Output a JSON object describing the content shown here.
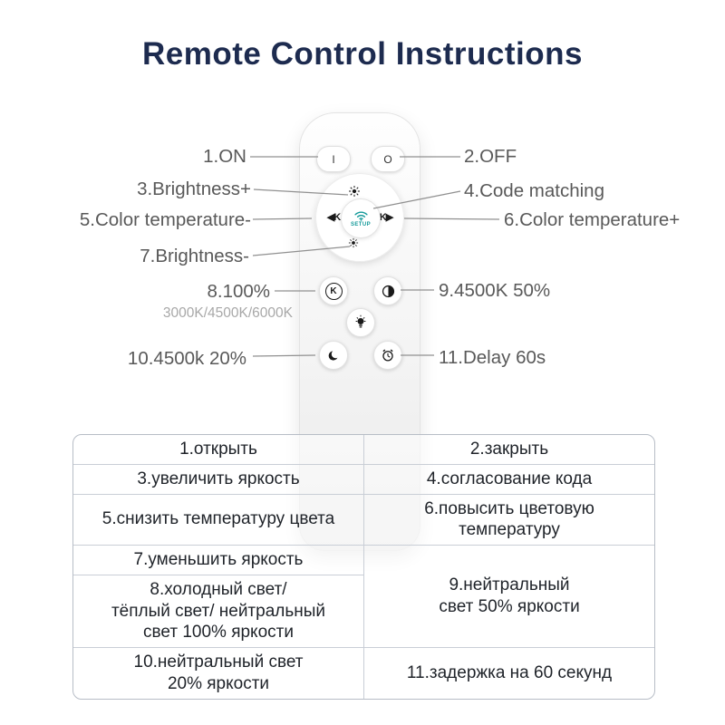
{
  "title": "Remote Control Instructions",
  "colors": {
    "title": "#1d2b4f",
    "label": "#595959",
    "setup_accent": "#149a9a"
  },
  "callouts": {
    "on": "1.ON",
    "off": "2.OFF",
    "brightness_plus": "3.Brightness+",
    "code_matching": "4.Code matching",
    "color_temp_minus": "5.Color temperature-",
    "color_temp_plus": "6.Color temperature+",
    "brightness_minus": "7.Brightness-",
    "preset_100": "8.100%",
    "preset_100_sub": "3000K/4500K/6000K",
    "preset_50": "9.4500K 50%",
    "preset_20": "10.4500k 20%",
    "delay": "11.Delay 60s"
  },
  "remote": {
    "power_on_label": "I",
    "power_off_label": "O",
    "setup_label": "SETUP",
    "left_arrow": "◀K",
    "right_arrow": "K▶",
    "k_button": "K"
  },
  "table": {
    "r1c1": "1.открыть",
    "r1c2": "2.закрыть",
    "r2c1": "3.увеличить яркость",
    "r2c2": "4.согласование кода",
    "r3c1": "5.снизить температуру цвета",
    "r3c2": "6.повысить цветовую\nтемпературу",
    "r4c1": "7.уменьшить яркость",
    "r5c1": "8.холодный свет/\nтёплый свет/ нейтральный\nсвет 100% яркости",
    "r5c2": "9.нейтральный\nсвет 50% яркости",
    "r6c1": "10.нейтральный свет\n20% яркости",
    "r6c2": "11.задержка на 60 секунд"
  }
}
